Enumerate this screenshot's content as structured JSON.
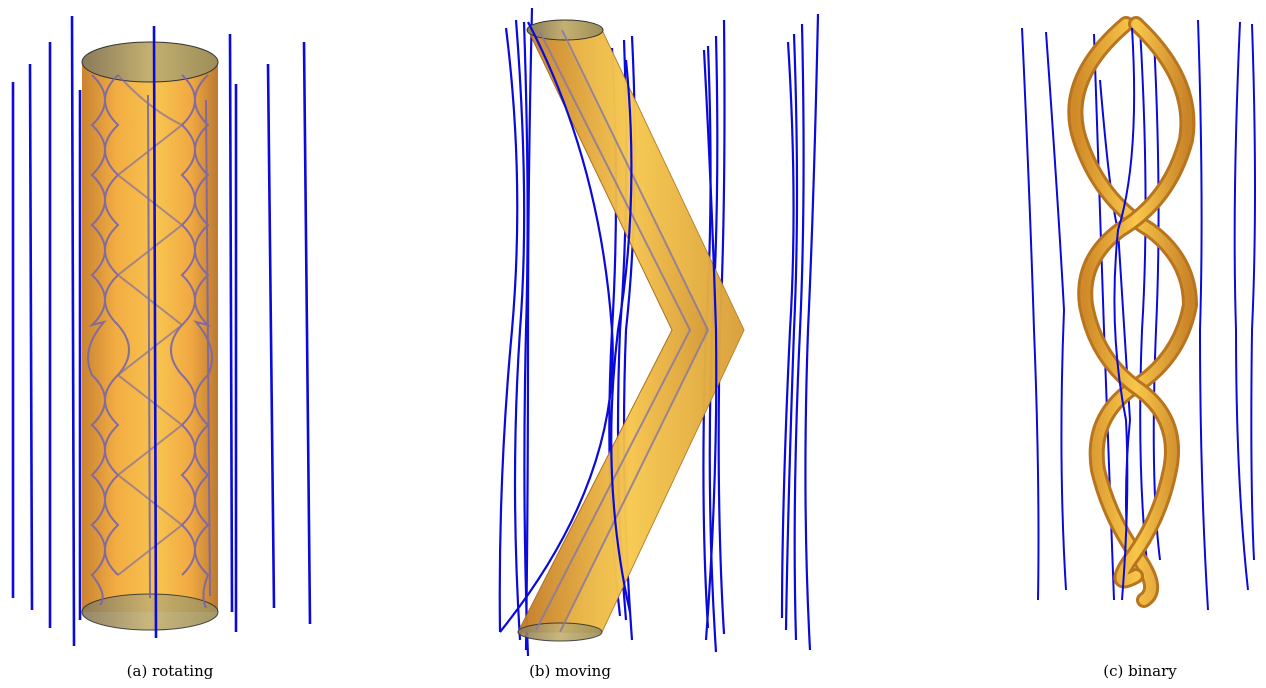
{
  "figure": {
    "panels": [
      {
        "id": "a",
        "caption": "(a) rotating"
      },
      {
        "id": "b",
        "caption": "(b) moving"
      },
      {
        "id": "c",
        "caption": "(c) binary"
      }
    ]
  },
  "colors": {
    "field_line": "#0a0adb",
    "body_light": "#f6d45a",
    "body_mid": "#f0a838",
    "body_dark": "#b07820",
    "helix_line": "#7a66a8",
    "background": "#ffffff"
  }
}
